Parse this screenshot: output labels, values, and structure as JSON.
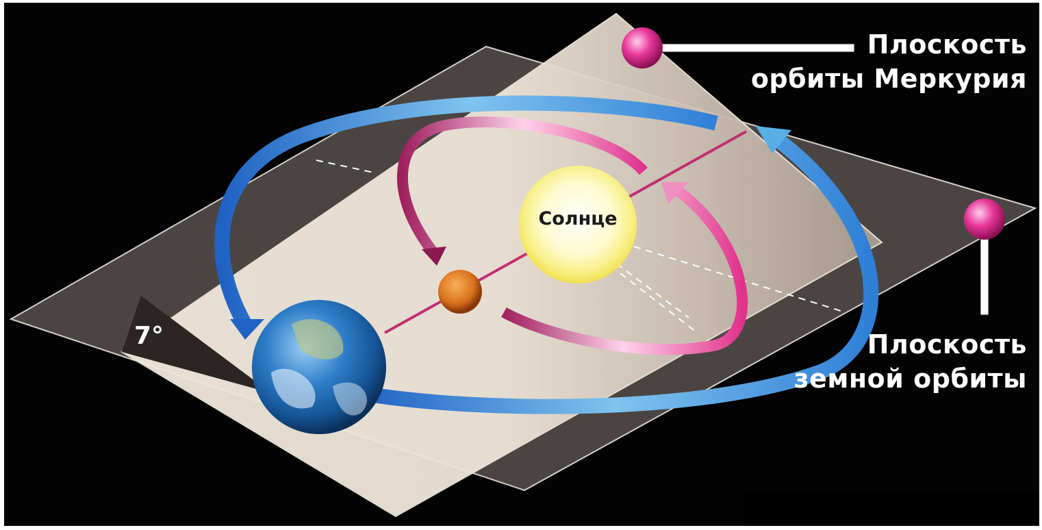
{
  "labels": {
    "mercury_plane": "Плоскость\nорбиты Меркурия",
    "earth_plane": "Плоскость\nземной орбиты",
    "sun": "Солнце",
    "angle": "7°"
  },
  "colors": {
    "background": "#030303",
    "earth_plane": "#4a4543",
    "mercury_plane": "#e8ddd2",
    "earth_orbit": "#2f7fd6",
    "mercury_orbit": "#e0338c",
    "sun": "#fff7b0",
    "mercury": "#e07a1a",
    "pin": "#e0338c"
  }
}
